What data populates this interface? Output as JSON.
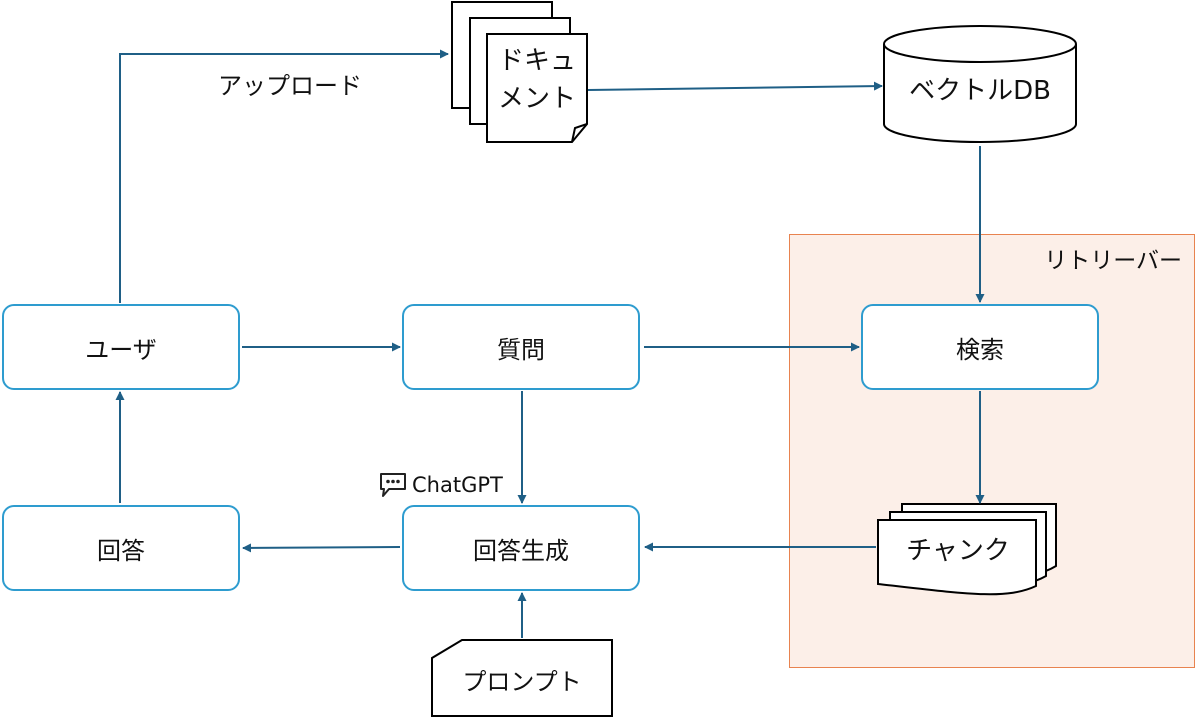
{
  "retriever": {
    "label": "リトリーバー"
  },
  "nodes": {
    "user": "ユーザ",
    "question": "質問",
    "search": "検索",
    "answer": "回答",
    "generate": "回答生成"
  },
  "document": {
    "line1": "ドキュ",
    "line2": "メント"
  },
  "vector_db": {
    "label": "ベクトルDB"
  },
  "chunk": {
    "label": "チャンク"
  },
  "prompt": {
    "label": "プロンプト"
  },
  "edges": {
    "upload_label": "アップロード"
  },
  "chatgpt": {
    "label": "ChatGPT",
    "icon": "chat-bubble-icon"
  },
  "colors": {
    "arrow": "#1f5f86",
    "node_border": "#2e9ccf",
    "retriever_fill": "#fcefe8",
    "retriever_border": "#e8834f"
  }
}
